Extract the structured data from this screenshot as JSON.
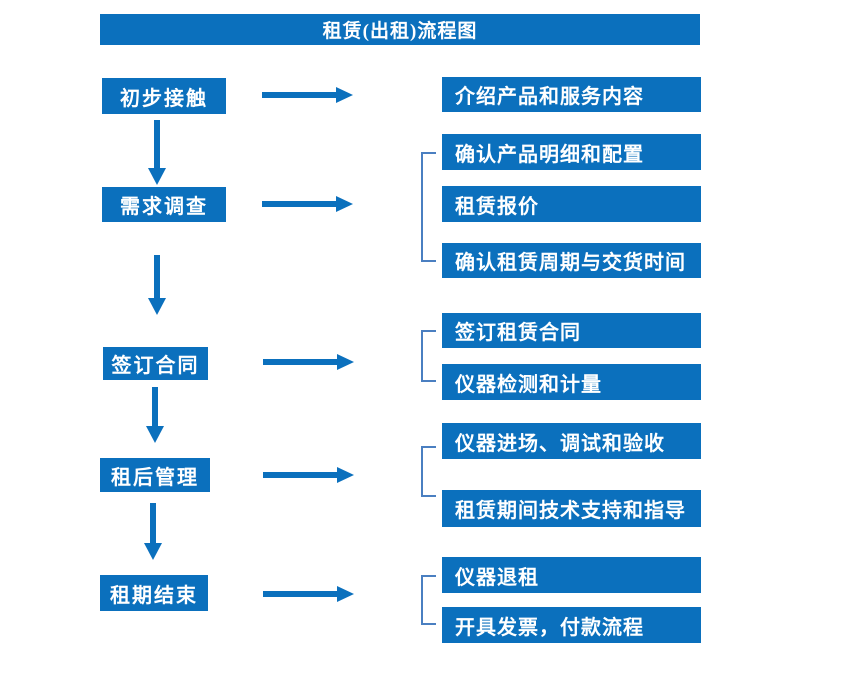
{
  "title": "租赁(出租)流程图",
  "colors": {
    "primary": "#0b70bd",
    "bracket": "#4a7fc1",
    "box_text": "#ffffff",
    "background": "#ffffff"
  },
  "stages": [
    {
      "label": "初步接触",
      "outputs": [
        "介绍产品和服务内容"
      ]
    },
    {
      "label": "需求调查",
      "outputs": [
        "确认产品明细和配置",
        "租赁报价",
        "确认租赁周期与交货时间"
      ]
    },
    {
      "label": "签订合同",
      "outputs": [
        "签订租赁合同",
        "仪器检测和计量"
      ]
    },
    {
      "label": "租后管理",
      "outputs": [
        "仪器进场、调试和验收",
        "租赁期间技术支持和指导"
      ]
    },
    {
      "label": "租期结束",
      "outputs": [
        "仪器退租",
        "开具发票，付款流程"
      ]
    }
  ]
}
